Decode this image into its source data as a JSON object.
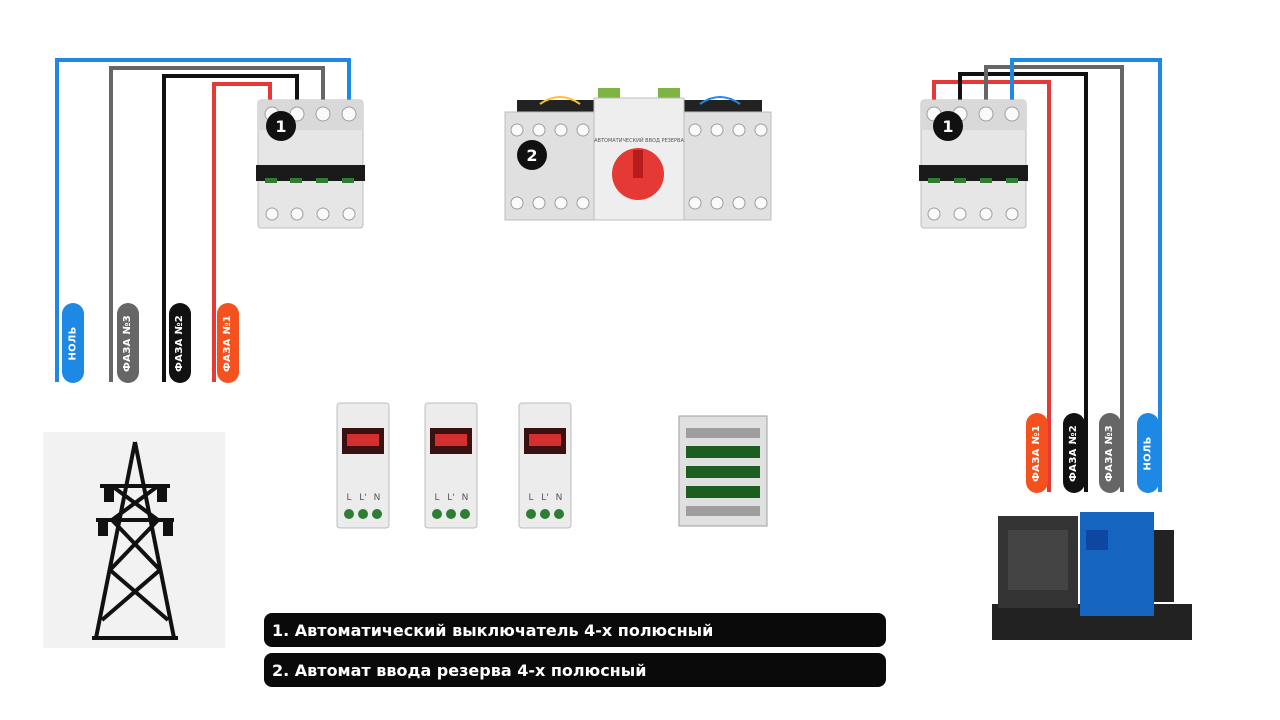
{
  "wires_left": [
    {
      "label": "НОЛЬ",
      "color": "#1e88e5"
    },
    {
      "label": "ФАЗА №3",
      "color": "#666666"
    },
    {
      "label": "ФАЗА №2",
      "color": "#111111"
    },
    {
      "label": "ФАЗА №1",
      "color": "#f4511e"
    }
  ],
  "wires_right": [
    {
      "label": "ФАЗА №1",
      "color": "#f4511e"
    },
    {
      "label": "ФАЗА №2",
      "color": "#111111"
    },
    {
      "label": "ФАЗА №3",
      "color": "#666666"
    },
    {
      "label": "НОЛЬ",
      "color": "#1e88e5"
    }
  ],
  "badges": {
    "breaker_left": "1",
    "ats": "2",
    "breaker_right": "1"
  },
  "ats_caption": "АВТОМАТИЧЕСКИЙ ВВОД РЕЗЕРВА",
  "relay_terminals": [
    "L",
    "L'",
    "N"
  ],
  "legend": [
    "1. Автоматический выключатель 4-х полюсный",
    "2. Автомат ввода резерва 4-х полюсный"
  ],
  "colors": {
    "neutral": "#1e88e5",
    "phase1": "#e53935",
    "phase2": "#111111",
    "phase3": "#666666",
    "relay_display": "#d32f2f",
    "ats_handle": "#e53935",
    "generator": "#1565c0"
  }
}
